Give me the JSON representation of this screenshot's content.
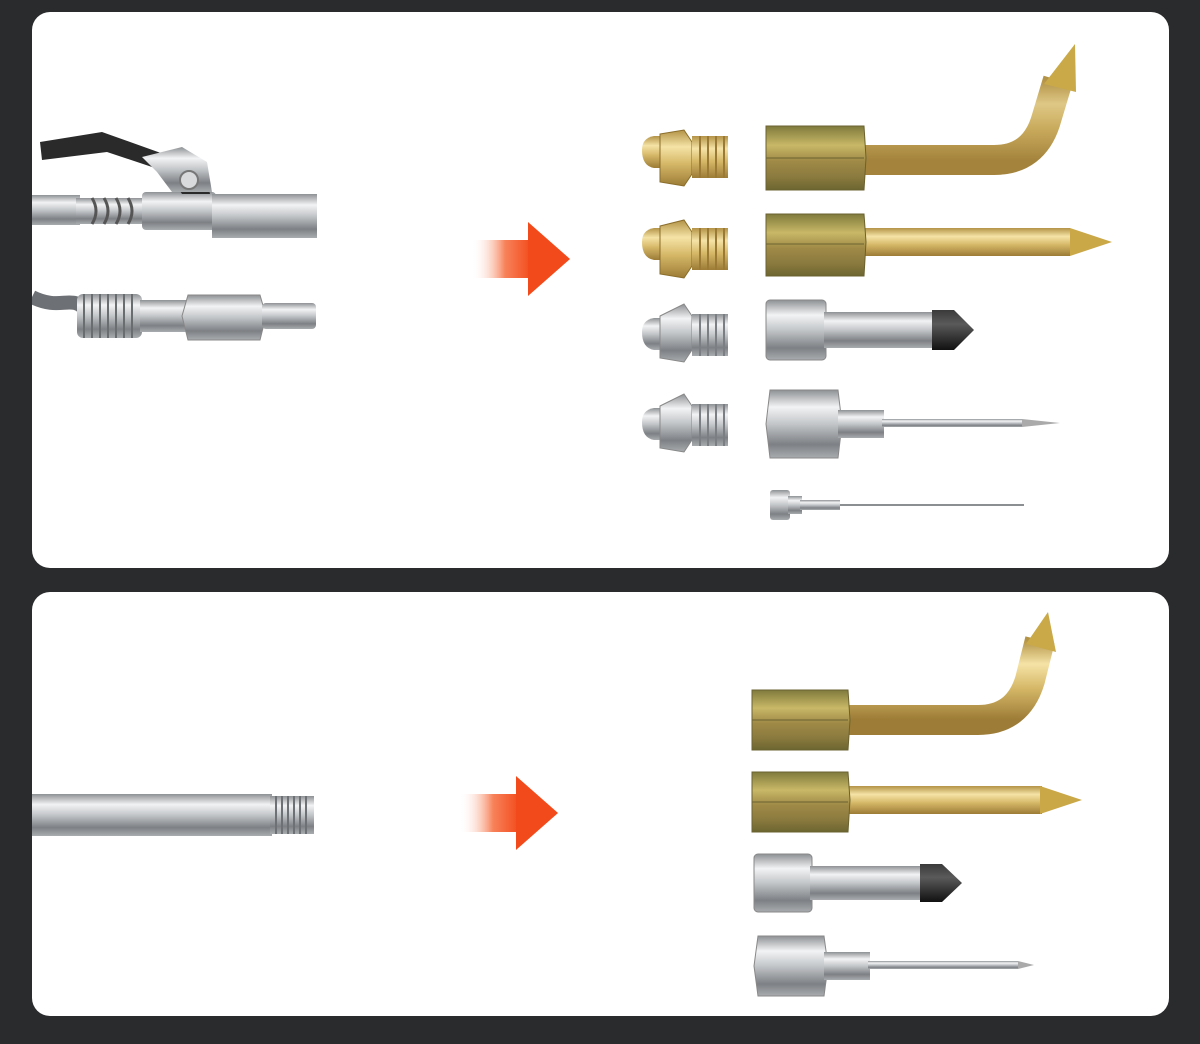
{
  "colors": {
    "background": "#2a2b2d",
    "panel": "#ffffff",
    "arrow": "#f24a1a",
    "brass": "#d9bd72",
    "zinc_hex": "#a89a4e",
    "steel": "#c9cbcd",
    "rubber": "#1b1b1b"
  },
  "panels": [
    {
      "name": "grease-gun-coupler-panel",
      "source_tools": [
        "lever-grip-coupler",
        "quick-connect-coupler"
      ],
      "target_accessories": [
        "brass-grease-fitting",
        "brass-grease-fitting",
        "steel-grease-fitting",
        "steel-grease-fitting",
        "bent-brass-nozzle",
        "straight-brass-nozzle",
        "rubber-tip-nozzle",
        "needle-nozzle",
        "injector-needle"
      ]
    },
    {
      "name": "extension-tube-panel",
      "source_tools": [
        "threaded-extension-tube"
      ],
      "target_accessories": [
        "bent-brass-nozzle",
        "straight-brass-nozzle",
        "rubber-tip-nozzle",
        "needle-nozzle"
      ]
    }
  ]
}
